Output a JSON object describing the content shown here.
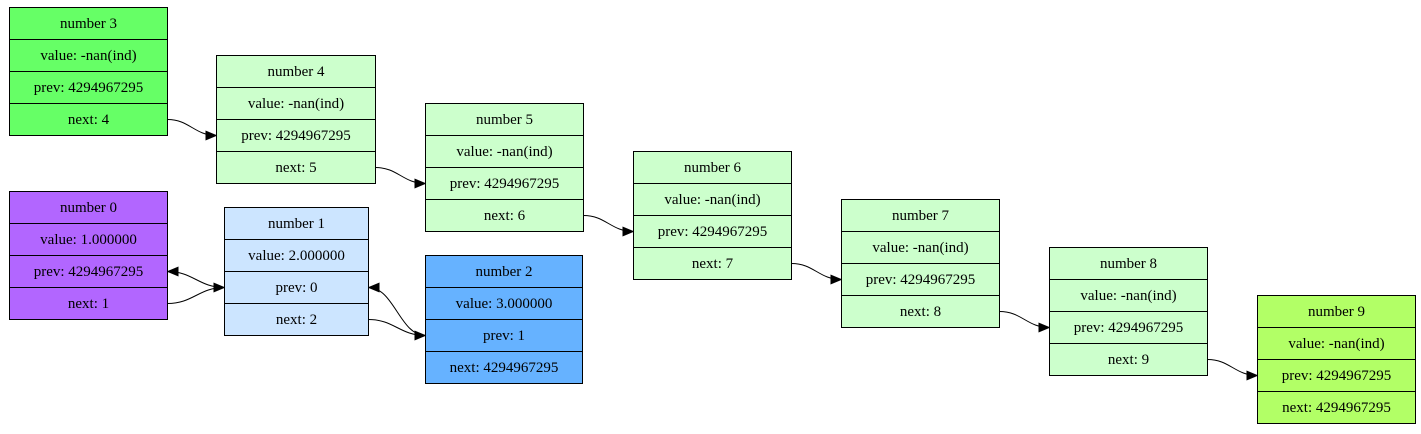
{
  "nodes": [
    {
      "id": "n0",
      "color": "#b266ff",
      "title": "number 0",
      "value": "value: 1.000000",
      "prev": "prev: 4294967295",
      "next": "next: 1"
    },
    {
      "id": "n1",
      "color": "#cce5ff",
      "title": "number 1",
      "value": "value: 2.000000",
      "prev": "prev: 0",
      "next": "next: 2"
    },
    {
      "id": "n2",
      "color": "#66b2ff",
      "title": "number 2",
      "value": "value: 3.000000",
      "prev": "prev: 1",
      "next": "next: 4294967295"
    },
    {
      "id": "n3",
      "color": "#66ff66",
      "title": "number 3",
      "value": "value: -nan(ind)",
      "prev": "prev: 4294967295",
      "next": "next: 4"
    },
    {
      "id": "n4",
      "color": "#ccffcc",
      "title": "number 4",
      "value": "value: -nan(ind)",
      "prev": "prev: 4294967295",
      "next": "next: 5"
    },
    {
      "id": "n5",
      "color": "#ccffcc",
      "title": "number 5",
      "value": "value: -nan(ind)",
      "prev": "prev: 4294967295",
      "next": "next: 6"
    },
    {
      "id": "n6",
      "color": "#ccffcc",
      "title": "number 6",
      "value": "value: -nan(ind)",
      "prev": "prev: 4294967295",
      "next": "next: 7"
    },
    {
      "id": "n7",
      "color": "#ccffcc",
      "title": "number 7",
      "value": "value: -nan(ind)",
      "prev": "prev: 4294967295",
      "next": "next: 8"
    },
    {
      "id": "n8",
      "color": "#ccffcc",
      "title": "number 8",
      "value": "value: -nan(ind)",
      "prev": "prev: 4294967295",
      "next": "next: 9"
    },
    {
      "id": "n9",
      "color": "#b2ff66",
      "title": "number 9",
      "value": "value: -nan(ind)",
      "prev": "prev: 4294967295",
      "next": "next: 4294967295"
    }
  ],
  "edges": [
    {
      "from": "n0",
      "to": "n1",
      "kind": "next"
    },
    {
      "from": "n1",
      "to": "n0",
      "kind": "prev"
    },
    {
      "from": "n1",
      "to": "n2",
      "kind": "next"
    },
    {
      "from": "n2",
      "to": "n1",
      "kind": "prev"
    },
    {
      "from": "n3",
      "to": "n4",
      "kind": "next"
    },
    {
      "from": "n4",
      "to": "n5",
      "kind": "next"
    },
    {
      "from": "n5",
      "to": "n6",
      "kind": "next"
    },
    {
      "from": "n6",
      "to": "n7",
      "kind": "next"
    },
    {
      "from": "n7",
      "to": "n8",
      "kind": "next"
    },
    {
      "from": "n8",
      "to": "n9",
      "kind": "next"
    }
  ]
}
